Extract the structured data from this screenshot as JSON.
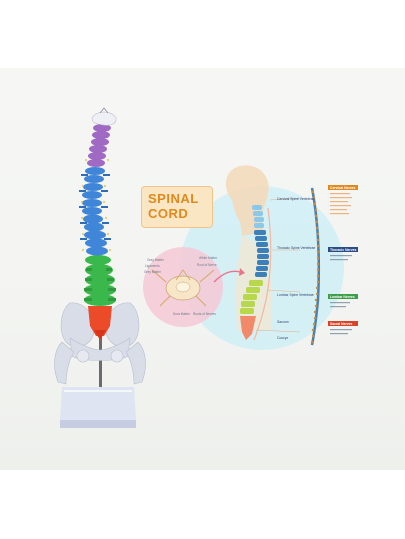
{
  "image": {
    "title_line1": "SPINAL",
    "title_line2": "CORD"
  },
  "diagram": {
    "region_labels": [
      "Cervical Spine Vertebrae",
      "Thoracic Spine Vertebrae",
      "Lumbar Spine Vertebrae",
      "Sacrum",
      "Coccyx"
    ],
    "nerve_groups": [
      "Cervical Nerves",
      "Thoracic Nerves",
      "Lumbar Nerves",
      "Sacral Nerves"
    ],
    "cross_section_labels": [
      "Gray Matter",
      "Ligaments",
      "Grey Matter",
      "White Matter",
      "Root of Nerve",
      "Dura Matter",
      "Roots of Nerves"
    ],
    "colors": {
      "cervical": "#a06ac4",
      "thoracic": "#3f86d8",
      "lumbar": "#3db14a",
      "sacrum": "#ef5a2d",
      "accent_orange": "#e0891f",
      "bg_circle": "#cfeef6",
      "pink_circle": "#f4c9d6"
    }
  }
}
